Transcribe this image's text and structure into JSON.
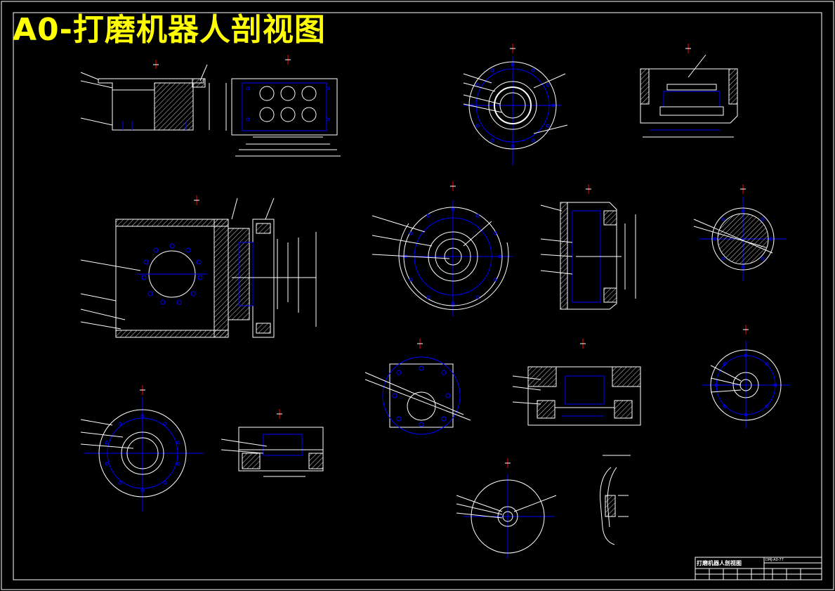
{
  "title": "A0-打磨机器人剖视图",
  "title_block": {
    "drawing_name": "打磨机器人剖视图",
    "drawing_code": "DMJ-A0-77"
  },
  "colors": {
    "background": "#000000",
    "title": "#ffff00",
    "border": "#ffffff",
    "part_lines": "#ffffff",
    "holes_and_dims": "#0000ff",
    "hatch": "#ffffff"
  }
}
